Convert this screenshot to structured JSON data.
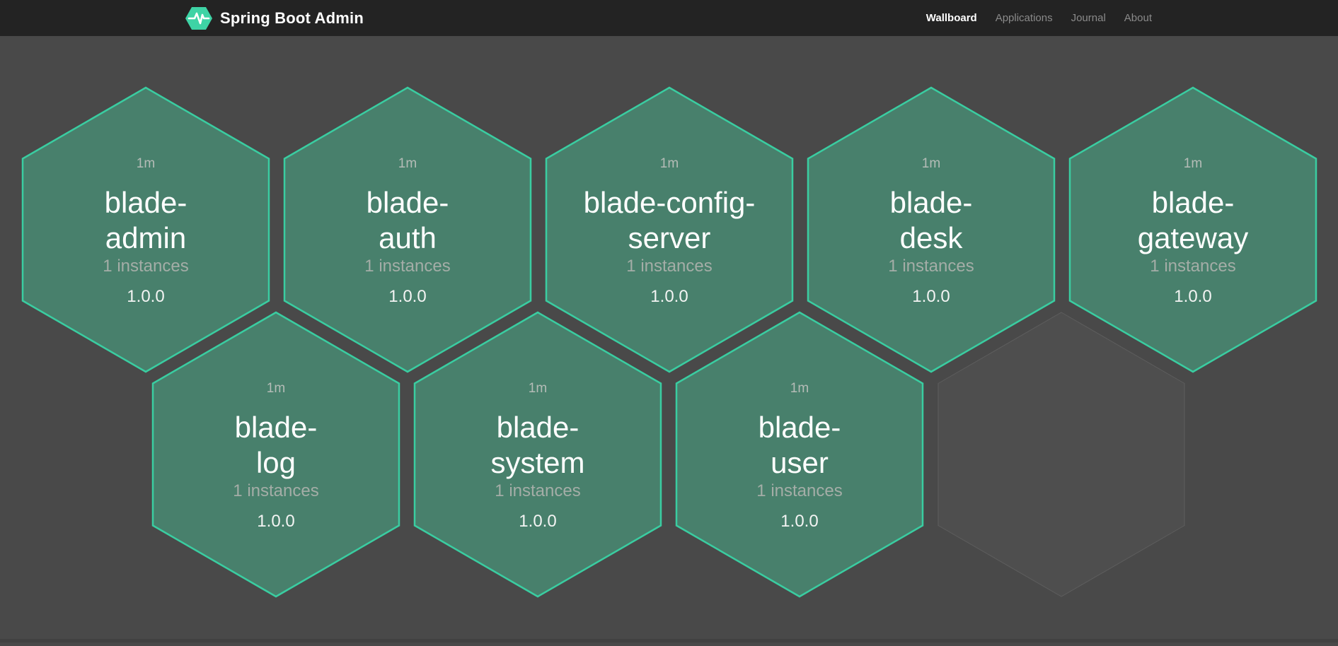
{
  "header": {
    "brand": {
      "title": "Spring Boot Admin",
      "logo_icon": "pulse-hexagon-icon"
    },
    "nav": [
      {
        "label": "Wallboard",
        "active": true
      },
      {
        "label": "Applications",
        "active": false
      },
      {
        "label": "Journal",
        "active": false
      },
      {
        "label": "About",
        "active": false
      }
    ]
  },
  "wallboard": {
    "applications": [
      {
        "name": "blade-admin",
        "name_lines": [
          "blade-",
          "admin"
        ],
        "uptime": "1m",
        "instances": "1 instances",
        "version": "1.0.0",
        "status": "up"
      },
      {
        "name": "blade-auth",
        "name_lines": [
          "blade-",
          "auth"
        ],
        "uptime": "1m",
        "instances": "1 instances",
        "version": "1.0.0",
        "status": "up"
      },
      {
        "name": "blade-config-server",
        "name_lines": [
          "blade-config-",
          "server"
        ],
        "uptime": "1m",
        "instances": "1 instances",
        "version": "1.0.0",
        "status": "up"
      },
      {
        "name": "blade-desk",
        "name_lines": [
          "blade-",
          "desk"
        ],
        "uptime": "1m",
        "instances": "1 instances",
        "version": "1.0.0",
        "status": "up"
      },
      {
        "name": "blade-gateway",
        "name_lines": [
          "blade-",
          "gateway"
        ],
        "uptime": "1m",
        "instances": "1 instances",
        "version": "1.0.0",
        "status": "up"
      },
      {
        "name": "blade-log",
        "name_lines": [
          "blade-",
          "log"
        ],
        "uptime": "1m",
        "instances": "1 instances",
        "version": "1.0.0",
        "status": "up"
      },
      {
        "name": "blade-system",
        "name_lines": [
          "blade-",
          "system"
        ],
        "uptime": "1m",
        "instances": "1 instances",
        "version": "1.0.0",
        "status": "up"
      },
      {
        "name": "blade-user",
        "name_lines": [
          "blade-",
          "user"
        ],
        "uptime": "1m",
        "instances": "1 instances",
        "version": "1.0.0",
        "status": "up"
      }
    ],
    "placeholder_hexagons": 1
  },
  "colors": {
    "header_bg": "#232323",
    "page_bg": "#494949",
    "brand_green": "#3ed3a5",
    "status_up_fill": "#48806c",
    "status_up_border": "#3acda1",
    "placeholder_fill": "#4e4e4e",
    "placeholder_border": "#5d5d5d"
  }
}
